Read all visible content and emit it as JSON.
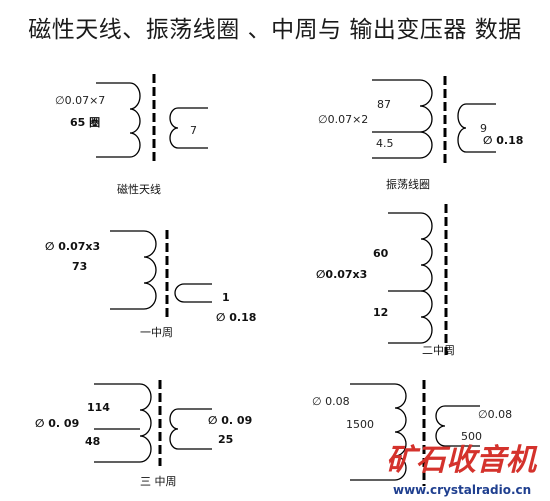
{
  "title": "磁性天线、振荡线圈 、中周与 输出变压器 数据",
  "sections": {
    "antenna": {
      "caption": "磁性天线",
      "wire": "∅0.07×7",
      "primary_turns": "65 圈",
      "secondary_turns": "7"
    },
    "osc_coil": {
      "caption": "振荡线圈",
      "wire_primary": "∅0.07×2",
      "tap_upper": "87",
      "tap_lower": "4.5",
      "secondary_turns": "9",
      "wire_secondary": "∅ 0.18"
    },
    "if1": {
      "caption": "一中周",
      "wire_primary": "∅ 0.07x3",
      "primary_turns": "73",
      "secondary_turns": "1",
      "wire_secondary": "∅ 0.18"
    },
    "if2": {
      "caption": "二中周",
      "tap_upper": "60",
      "wire_primary": "∅0.07x3",
      "tap_lower": "12"
    },
    "if3": {
      "caption": "三 中周",
      "tap_upper": "114",
      "wire_primary": "∅ 0. 09",
      "tap_lower": "48",
      "wire_secondary": "∅ 0. 09",
      "secondary_turns": "25"
    },
    "output": {
      "wire_primary": "∅ 0.08",
      "primary_turns": "1500",
      "wire_secondary": "∅0.08",
      "secondary_turns": "500"
    }
  },
  "watermark": {
    "logo_text": "矿石收音机",
    "url": "www.crystalradio.cn"
  }
}
